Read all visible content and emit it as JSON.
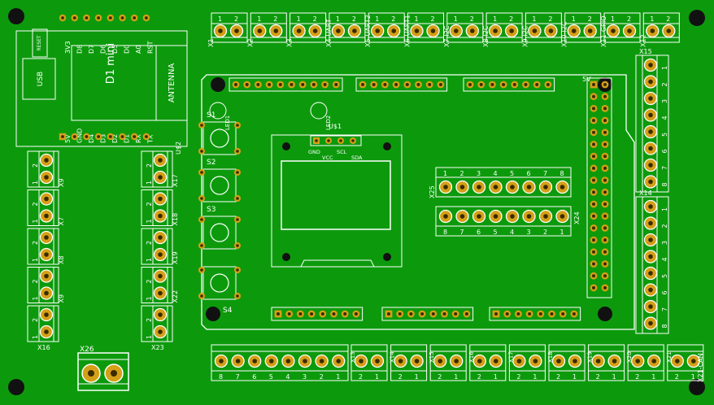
{
  "board": {
    "solder_mask_color": "#0c9a0c",
    "silk_color": "#ffffff",
    "pad_color": "#d4a017",
    "pad_hole_color": "#3a2a00",
    "mount_hole_color": "#111111"
  },
  "d1_mini": {
    "name": "D1 mini",
    "antenna": "ANTENNA",
    "usb": "USB",
    "reset": "RESET",
    "top_pins": [
      "3V3",
      "D8",
      "D7",
      "D6",
      "D5",
      "D0",
      "A0",
      "RST"
    ],
    "bottom_pins": [
      "5V",
      "GND",
      "D4",
      "D3",
      "D2",
      "D1",
      "RX",
      "TX"
    ]
  },
  "u2": "U$2",
  "u1": "U$1",
  "oled_pins": [
    "GND",
    "VCC",
    "SCL",
    "SDA"
  ],
  "top_connectors": [
    {
      "ref": "X1",
      "extra": ""
    },
    {
      "ref": "X2",
      "extra": ""
    },
    {
      "ref": "X3",
      "extra": ""
    },
    {
      "ref": "X4",
      "extra": "UART"
    },
    {
      "ref": "X5",
      "extra": "UART2"
    },
    {
      "ref": "X6",
      "extra": "UART1"
    },
    {
      "ref": "X7",
      "extra": "I2C"
    },
    {
      "ref": "X8",
      "extra": "I2C"
    },
    {
      "ref": "X9",
      "extra": "I2C"
    },
    {
      "ref": "X10",
      "extra": "I2C"
    },
    {
      "ref": "X11",
      "extra": "GPIO"
    },
    {
      "ref": "X12",
      "extra": ""
    }
  ],
  "pin12": [
    "1",
    "2"
  ],
  "pin21": [
    "2",
    "1"
  ],
  "left_col_a": [
    "X9",
    "X7",
    "X8",
    "X9",
    "X16"
  ],
  "left_col_b": [
    "X17",
    "X18",
    "X19",
    "X22",
    "X23"
  ],
  "buttons": [
    "S1",
    "S2",
    "S3",
    "S4"
  ],
  "leds": [
    "LED1",
    "LED2"
  ],
  "right_connectors": [
    {
      "ref": "X15",
      "pins": [
        "1",
        "2",
        "3",
        "4",
        "5",
        "6",
        "7",
        "8"
      ]
    },
    {
      "ref": "X14",
      "pins": [
        "1",
        "2",
        "3",
        "4",
        "5",
        "6",
        "7",
        "8"
      ]
    }
  ],
  "x25": {
    "ref": "X25",
    "pins": [
      "1",
      "2",
      "3",
      "4",
      "5",
      "6",
      "7",
      "8"
    ]
  },
  "x24": {
    "ref": "X24",
    "pins": [
      "8",
      "7",
      "6",
      "5",
      "4",
      "3",
      "2",
      "1"
    ]
  },
  "bottom_big": {
    "pins": [
      "8",
      "7",
      "6",
      "5",
      "4",
      "3",
      "2",
      "1"
    ]
  },
  "bottom_small_refs": [
    "X13",
    "X14",
    "X15",
    "X16",
    "X17",
    "X18",
    "X19",
    "X20",
    "X21"
  ],
  "x26": "X26",
  "x21_can": "X21-CAN",
  "shield_5v": "5V"
}
